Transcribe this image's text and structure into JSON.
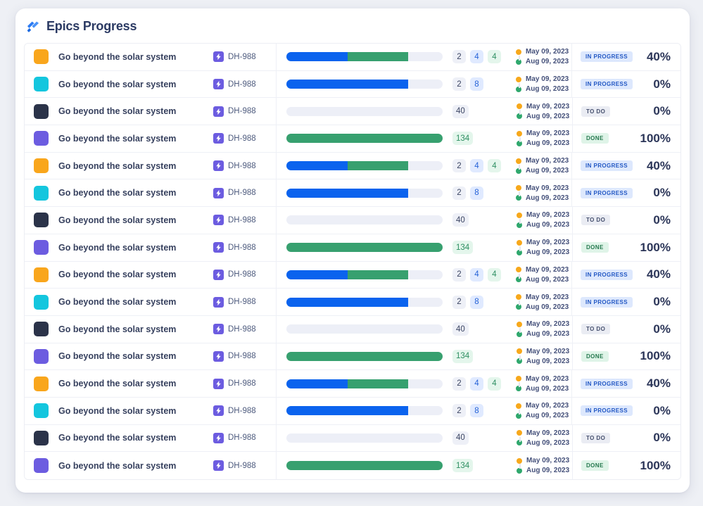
{
  "header": {
    "icon": "jira-epic-icon",
    "title": "Epics Progress"
  },
  "colors": {
    "accent_blue": "#0b63ee",
    "accent_green": "#37a06f",
    "track_grey": "#edeff7",
    "swatch_orange": "#f9a61c",
    "swatch_cyan": "#14c6de",
    "swatch_navy": "#2b3349",
    "swatch_purple": "#6c5ce0",
    "dot_start": "#f7a81b",
    "dot_end": "#2fa86d",
    "epic_icon_bg": "#6c5ce0",
    "page_bg": "#eef0f5",
    "card_bg": "#ffffff"
  },
  "legend": {
    "status_todo": "TO DO",
    "status_in_progress": "IN PROGRESS",
    "status_done": "DONE"
  },
  "rows": [
    {
      "swatch": "#f9a61c",
      "name": "Go beyond the solar system",
      "key": "DH-988",
      "progress": {
        "todo_pct": 22,
        "blue_pct": 39,
        "green_pct": 39
      },
      "counts": [
        {
          "value": "2",
          "kind": "grey"
        },
        {
          "value": "4",
          "kind": "blue"
        },
        {
          "value": "4",
          "kind": "green"
        }
      ],
      "start_date": "May 09, 2023",
      "end_date": "Aug 09, 2023",
      "status": "IN PROGRESS",
      "status_kind": "prog",
      "percent": "40%"
    },
    {
      "swatch": "#14c6de",
      "name": "Go beyond the solar system",
      "key": "DH-988",
      "progress": {
        "todo_pct": 22,
        "blue_pct": 78,
        "green_pct": 0
      },
      "counts": [
        {
          "value": "2",
          "kind": "grey"
        },
        {
          "value": "8",
          "kind": "blue"
        }
      ],
      "start_date": "May 09, 2023",
      "end_date": "Aug 09, 2023",
      "status": "IN PROGRESS",
      "status_kind": "prog",
      "percent": "0%"
    },
    {
      "swatch": "#2b3349",
      "name": "Go beyond the solar system",
      "key": "DH-988",
      "progress": {
        "todo_pct": 100,
        "blue_pct": 0,
        "green_pct": 0
      },
      "counts": [
        {
          "value": "40",
          "kind": "grey"
        }
      ],
      "start_date": "May 09, 2023",
      "end_date": "Aug 09, 2023",
      "status": "TO DO",
      "status_kind": "todo",
      "percent": "0%"
    },
    {
      "swatch": "#6c5ce0",
      "name": "Go beyond the solar system",
      "key": "DH-988",
      "progress": {
        "todo_pct": 0,
        "blue_pct": 0,
        "green_pct": 100
      },
      "counts": [
        {
          "value": "134",
          "kind": "green"
        }
      ],
      "start_date": "May 09, 2023",
      "end_date": "Aug 09, 2023",
      "status": "DONE",
      "status_kind": "done",
      "percent": "100%"
    },
    {
      "swatch": "#f9a61c",
      "name": "Go beyond the solar system",
      "key": "DH-988",
      "progress": {
        "todo_pct": 22,
        "blue_pct": 39,
        "green_pct": 39
      },
      "counts": [
        {
          "value": "2",
          "kind": "grey"
        },
        {
          "value": "4",
          "kind": "blue"
        },
        {
          "value": "4",
          "kind": "green"
        }
      ],
      "start_date": "May 09, 2023",
      "end_date": "Aug 09, 2023",
      "status": "IN PROGRESS",
      "status_kind": "prog",
      "percent": "40%"
    },
    {
      "swatch": "#14c6de",
      "name": "Go beyond the solar system",
      "key": "DH-988",
      "progress": {
        "todo_pct": 22,
        "blue_pct": 78,
        "green_pct": 0
      },
      "counts": [
        {
          "value": "2",
          "kind": "grey"
        },
        {
          "value": "8",
          "kind": "blue"
        }
      ],
      "start_date": "May 09, 2023",
      "end_date": "Aug 09, 2023",
      "status": "IN PROGRESS",
      "status_kind": "prog",
      "percent": "0%"
    },
    {
      "swatch": "#2b3349",
      "name": "Go beyond the solar system",
      "key": "DH-988",
      "progress": {
        "todo_pct": 100,
        "blue_pct": 0,
        "green_pct": 0
      },
      "counts": [
        {
          "value": "40",
          "kind": "grey"
        }
      ],
      "start_date": "May 09, 2023",
      "end_date": "Aug 09, 2023",
      "status": "TO DO",
      "status_kind": "todo",
      "percent": "0%"
    },
    {
      "swatch": "#6c5ce0",
      "name": "Go beyond the solar system",
      "key": "DH-988",
      "progress": {
        "todo_pct": 0,
        "blue_pct": 0,
        "green_pct": 100
      },
      "counts": [
        {
          "value": "134",
          "kind": "green"
        }
      ],
      "start_date": "May 09, 2023",
      "end_date": "Aug 09, 2023",
      "status": "DONE",
      "status_kind": "done",
      "percent": "100%"
    },
    {
      "swatch": "#f9a61c",
      "name": "Go beyond the solar system",
      "key": "DH-988",
      "progress": {
        "todo_pct": 22,
        "blue_pct": 39,
        "green_pct": 39
      },
      "counts": [
        {
          "value": "2",
          "kind": "grey"
        },
        {
          "value": "4",
          "kind": "blue"
        },
        {
          "value": "4",
          "kind": "green"
        }
      ],
      "start_date": "May 09, 2023",
      "end_date": "Aug 09, 2023",
      "status": "IN PROGRESS",
      "status_kind": "prog",
      "percent": "40%"
    },
    {
      "swatch": "#14c6de",
      "name": "Go beyond the solar system",
      "key": "DH-988",
      "progress": {
        "todo_pct": 22,
        "blue_pct": 78,
        "green_pct": 0
      },
      "counts": [
        {
          "value": "2",
          "kind": "grey"
        },
        {
          "value": "8",
          "kind": "blue"
        }
      ],
      "start_date": "May 09, 2023",
      "end_date": "Aug 09, 2023",
      "status": "IN PROGRESS",
      "status_kind": "prog",
      "percent": "0%"
    },
    {
      "swatch": "#2b3349",
      "name": "Go beyond the solar system",
      "key": "DH-988",
      "progress": {
        "todo_pct": 100,
        "blue_pct": 0,
        "green_pct": 0
      },
      "counts": [
        {
          "value": "40",
          "kind": "grey"
        }
      ],
      "start_date": "May 09, 2023",
      "end_date": "Aug 09, 2023",
      "status": "TO DO",
      "status_kind": "todo",
      "percent": "0%"
    },
    {
      "swatch": "#6c5ce0",
      "name": "Go beyond the solar system",
      "key": "DH-988",
      "progress": {
        "todo_pct": 0,
        "blue_pct": 0,
        "green_pct": 100
      },
      "counts": [
        {
          "value": "134",
          "kind": "green"
        }
      ],
      "start_date": "May 09, 2023",
      "end_date": "Aug 09, 2023",
      "status": "DONE",
      "status_kind": "done",
      "percent": "100%"
    },
    {
      "swatch": "#f9a61c",
      "name": "Go beyond the solar system",
      "key": "DH-988",
      "progress": {
        "todo_pct": 22,
        "blue_pct": 39,
        "green_pct": 39
      },
      "counts": [
        {
          "value": "2",
          "kind": "grey"
        },
        {
          "value": "4",
          "kind": "blue"
        },
        {
          "value": "4",
          "kind": "green"
        }
      ],
      "start_date": "May 09, 2023",
      "end_date": "Aug 09, 2023",
      "status": "IN PROGRESS",
      "status_kind": "prog",
      "percent": "40%"
    },
    {
      "swatch": "#14c6de",
      "name": "Go beyond the solar system",
      "key": "DH-988",
      "progress": {
        "todo_pct": 22,
        "blue_pct": 78,
        "green_pct": 0
      },
      "counts": [
        {
          "value": "2",
          "kind": "grey"
        },
        {
          "value": "8",
          "kind": "blue"
        }
      ],
      "start_date": "May 09, 2023",
      "end_date": "Aug 09, 2023",
      "status": "IN PROGRESS",
      "status_kind": "prog",
      "percent": "0%"
    },
    {
      "swatch": "#2b3349",
      "name": "Go beyond the solar system",
      "key": "DH-988",
      "progress": {
        "todo_pct": 100,
        "blue_pct": 0,
        "green_pct": 0
      },
      "counts": [
        {
          "value": "40",
          "kind": "grey"
        }
      ],
      "start_date": "May 09, 2023",
      "end_date": "Aug 09, 2023",
      "status": "TO DO",
      "status_kind": "todo",
      "percent": "0%"
    },
    {
      "swatch": "#6c5ce0",
      "name": "Go beyond the solar system",
      "key": "DH-988",
      "progress": {
        "todo_pct": 0,
        "blue_pct": 0,
        "green_pct": 100
      },
      "counts": [
        {
          "value": "134",
          "kind": "green"
        }
      ],
      "start_date": "May 09, 2023",
      "end_date": "Aug 09, 2023",
      "status": "DONE",
      "status_kind": "done",
      "percent": "100%"
    }
  ]
}
